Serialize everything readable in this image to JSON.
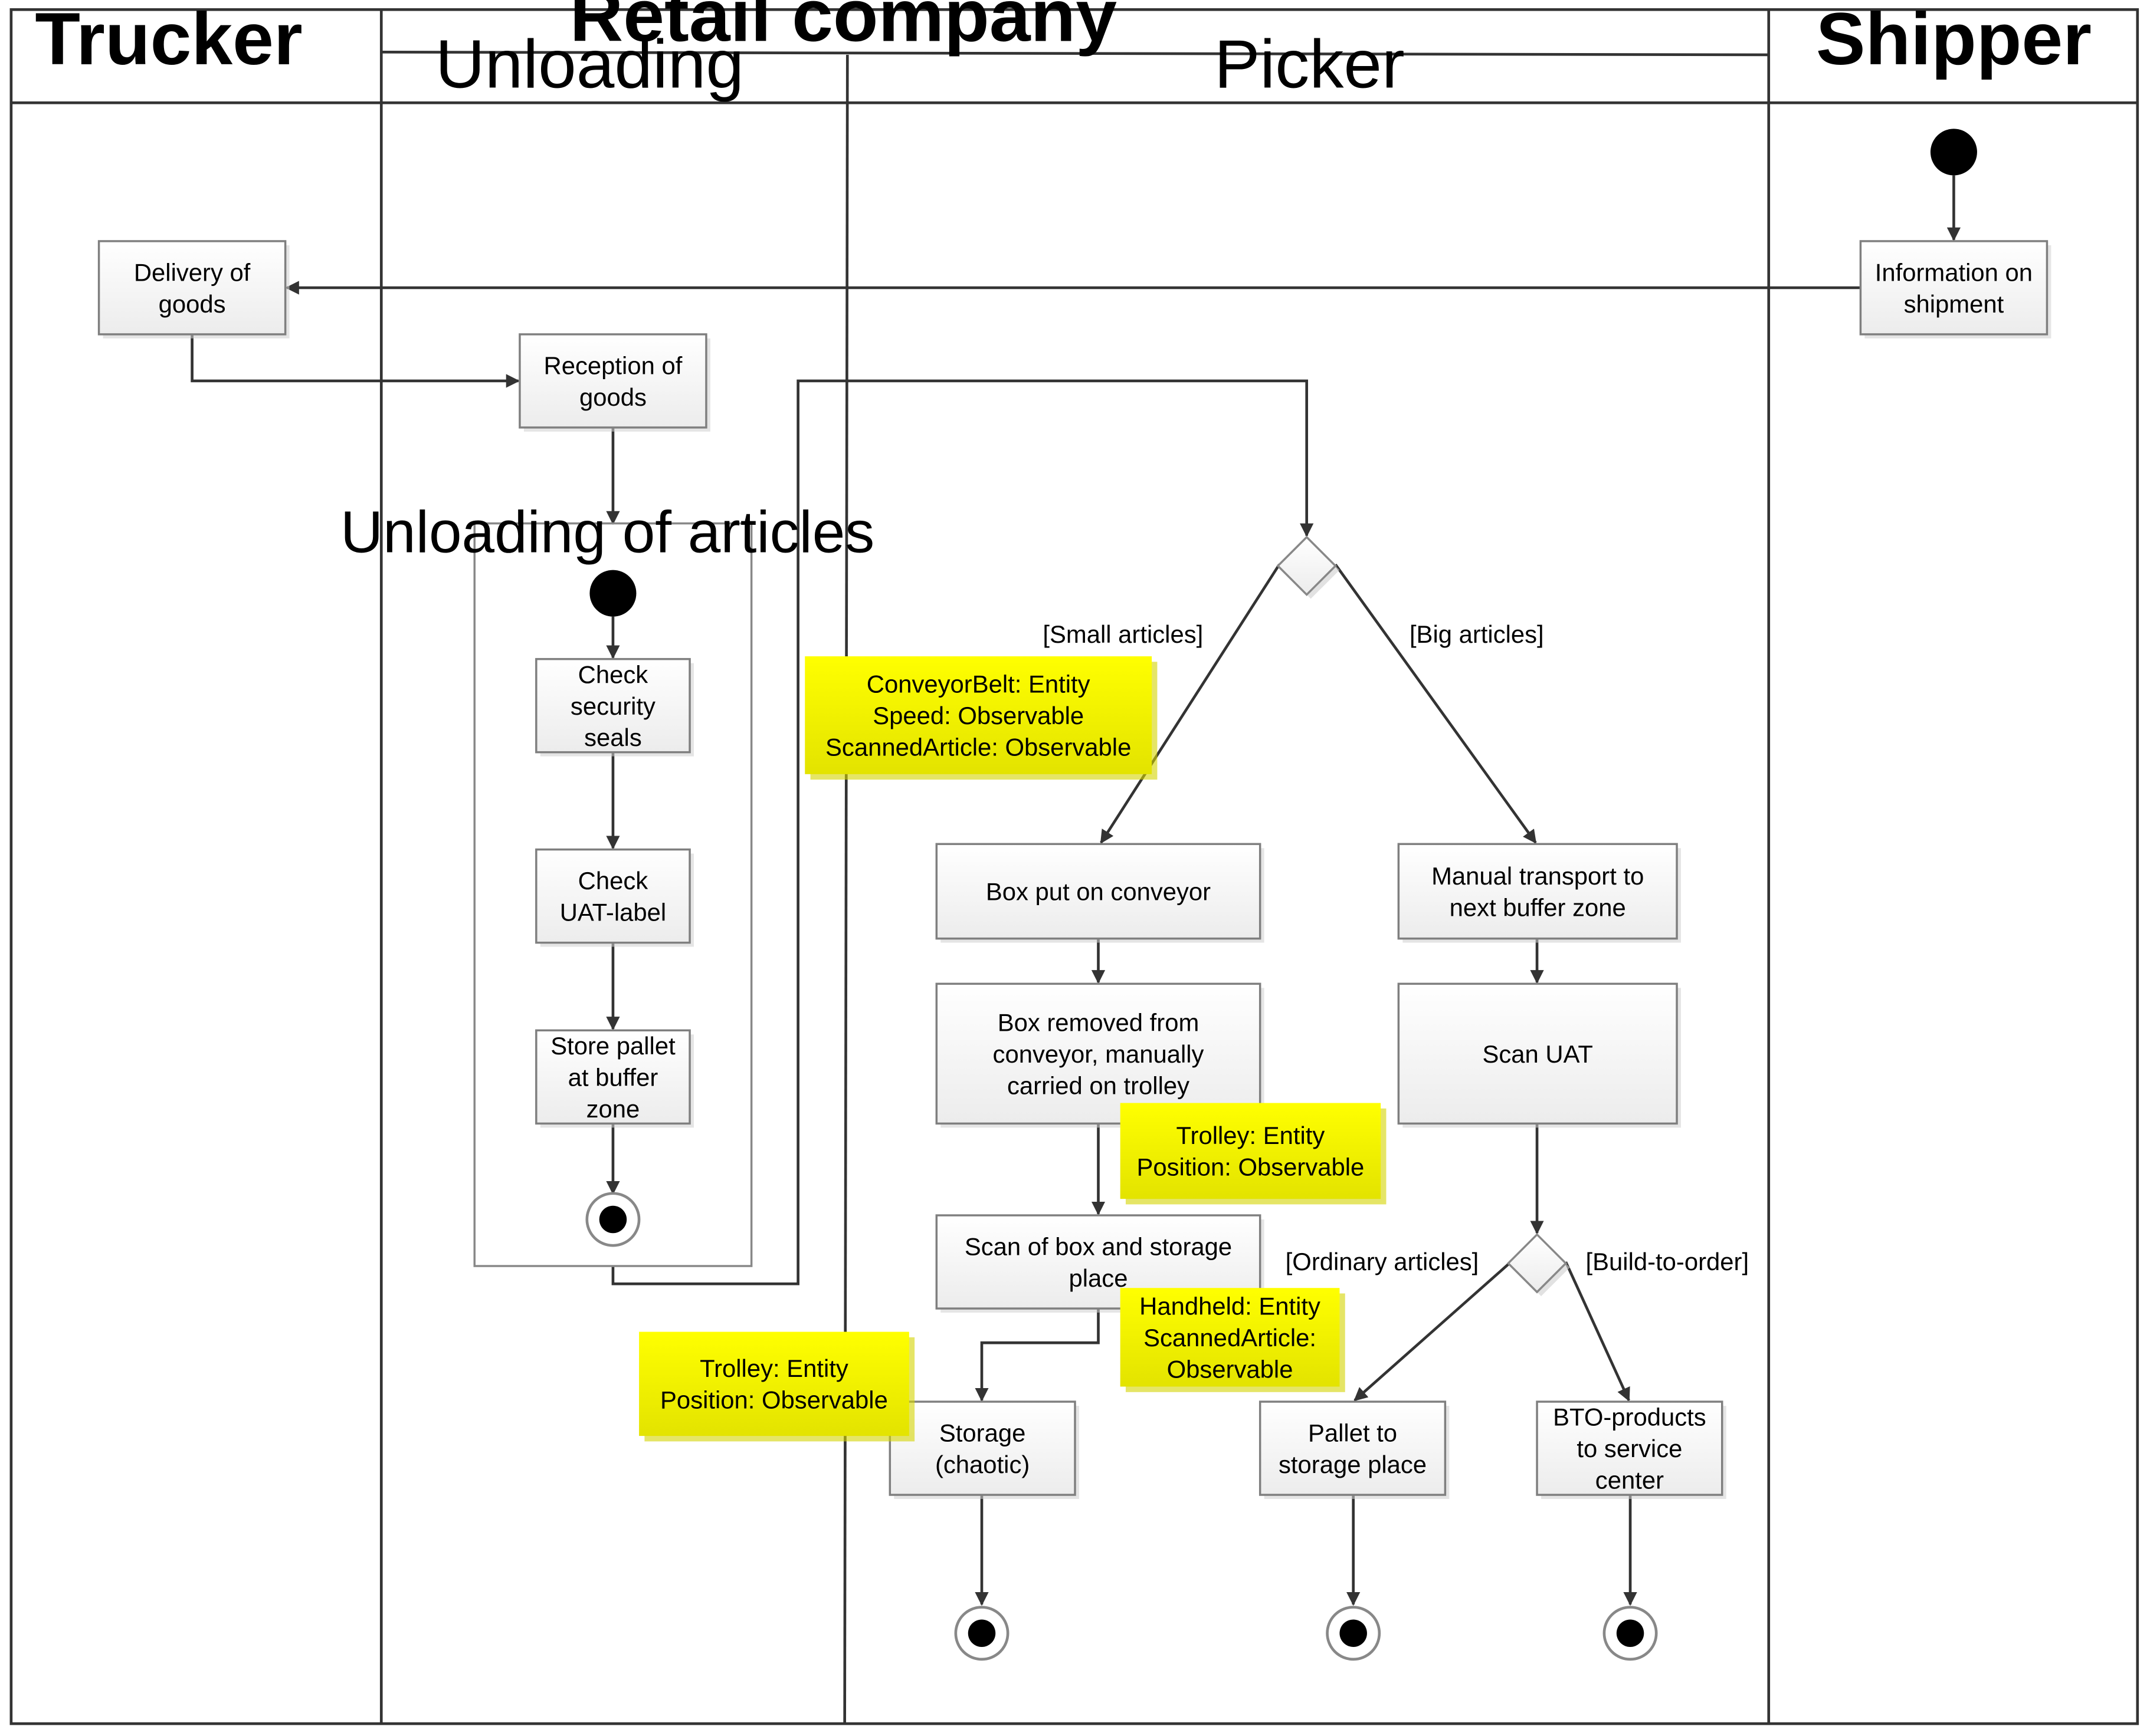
{
  "lanes": {
    "trucker": "Trucker",
    "retail": "Retail company",
    "unloading": "Unloading",
    "picker": "Picker",
    "shipper": "Shipper"
  },
  "activities": {
    "delivery": [
      "Delivery of",
      "goods"
    ],
    "information": [
      "Information on",
      "shipment"
    ],
    "reception": [
      "Reception of",
      "goods"
    ],
    "check_seals": [
      "Check",
      "security",
      "seals"
    ],
    "check_uat": [
      "Check",
      "UAT-label"
    ],
    "store_pallet": [
      "Store pallet",
      "at buffer",
      "zone"
    ],
    "box_conveyor": [
      "Box put on conveyor"
    ],
    "box_removed": [
      "Box removed from",
      "conveyor, manually",
      "carried on trolley"
    ],
    "scan_box": [
      "Scan of box and storage",
      "place"
    ],
    "storage": [
      "Storage",
      "(chaotic)"
    ],
    "manual_transport": [
      "Manual transport to",
      "next buffer zone"
    ],
    "scan_uat": [
      "Scan UAT"
    ],
    "pallet_storage": [
      "Pallet to",
      "storage place"
    ],
    "bto": [
      "BTO-products",
      "to service",
      "center"
    ]
  },
  "subactivity": {
    "title": "Unloading of articles"
  },
  "guards": {
    "small": "[Small articles]",
    "big": "[Big articles]",
    "ordinary": "[Ordinary articles]",
    "bto": "[Build-to-order]"
  },
  "notes": {
    "conveyor": [
      "ConveyorBelt: Entity",
      "Speed: Observable",
      "ScannedArticle: Observable"
    ],
    "trolley_1": [
      "Trolley: Entity",
      "Position: Observable"
    ],
    "handheld": [
      "Handheld: Entity",
      "ScannedArticle:",
      "Observable"
    ],
    "trolley_2": [
      "Trolley: Entity",
      "Position: Observable"
    ]
  },
  "colors": {
    "note_fill": "#ffff00",
    "note_shade": "#d4d400",
    "box_fill": "#f7f7f7",
    "box_border": "#7f7f7f",
    "line": "#333333"
  }
}
